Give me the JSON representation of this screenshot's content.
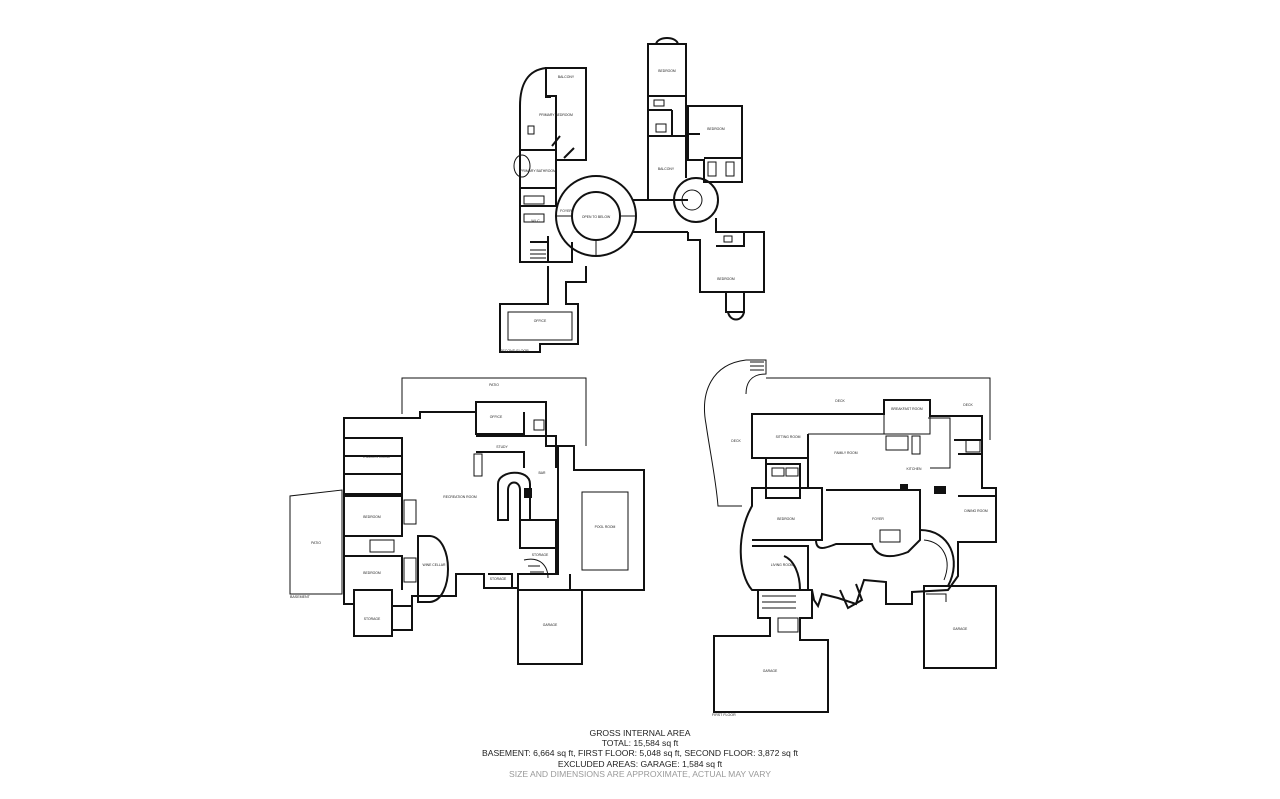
{
  "floors": {
    "second": {
      "label": "SECOND FLOOR",
      "rooms": [
        "BALCONY",
        "PRIMARY BEDROOM",
        "PRIMARY BATHROOM",
        "W.I.C.",
        "OPEN TO BELOW",
        "FOYER",
        "BEDROOM",
        "BEDROOM",
        "BALCONY",
        "BEDROOM",
        "OFFICE"
      ]
    },
    "basement": {
      "label": "BASEMENT",
      "rooms": [
        "PATIO",
        "OFFICE",
        "THEATER ROOM",
        "RECREATION ROOM",
        "STUDY",
        "BAR",
        "BEDROOM",
        "BEDROOM",
        "WINE CELLAR",
        "STORAGE",
        "STORAGE",
        "POOL ROOM",
        "GARAGE",
        "PATIO",
        "STORAGE"
      ]
    },
    "first": {
      "label": "FIRST FLOOR",
      "rooms": [
        "DECK",
        "DECK",
        "DECK",
        "BREAKFAST ROOM",
        "SITTING ROOM",
        "FAMILY ROOM",
        "KITCHEN",
        "BEDROOM",
        "FOYER",
        "LIVING ROOM",
        "DINING ROOM",
        "GARAGE",
        "GARAGE"
      ]
    }
  },
  "summary": {
    "title": "GROSS INTERNAL AREA",
    "total": "TOTAL: 15,584 sq ft",
    "floors": "BASEMENT: 6,664 sq ft, FIRST FLOOR: 5,048 sq ft, SECOND FLOOR: 3,872 sq ft",
    "excluded": "EXCLUDED AREAS: GARAGE: 1,584 sq ft",
    "note": "SIZE AND DIMENSIONS ARE APPROXIMATE, ACTUAL MAY VARY"
  }
}
